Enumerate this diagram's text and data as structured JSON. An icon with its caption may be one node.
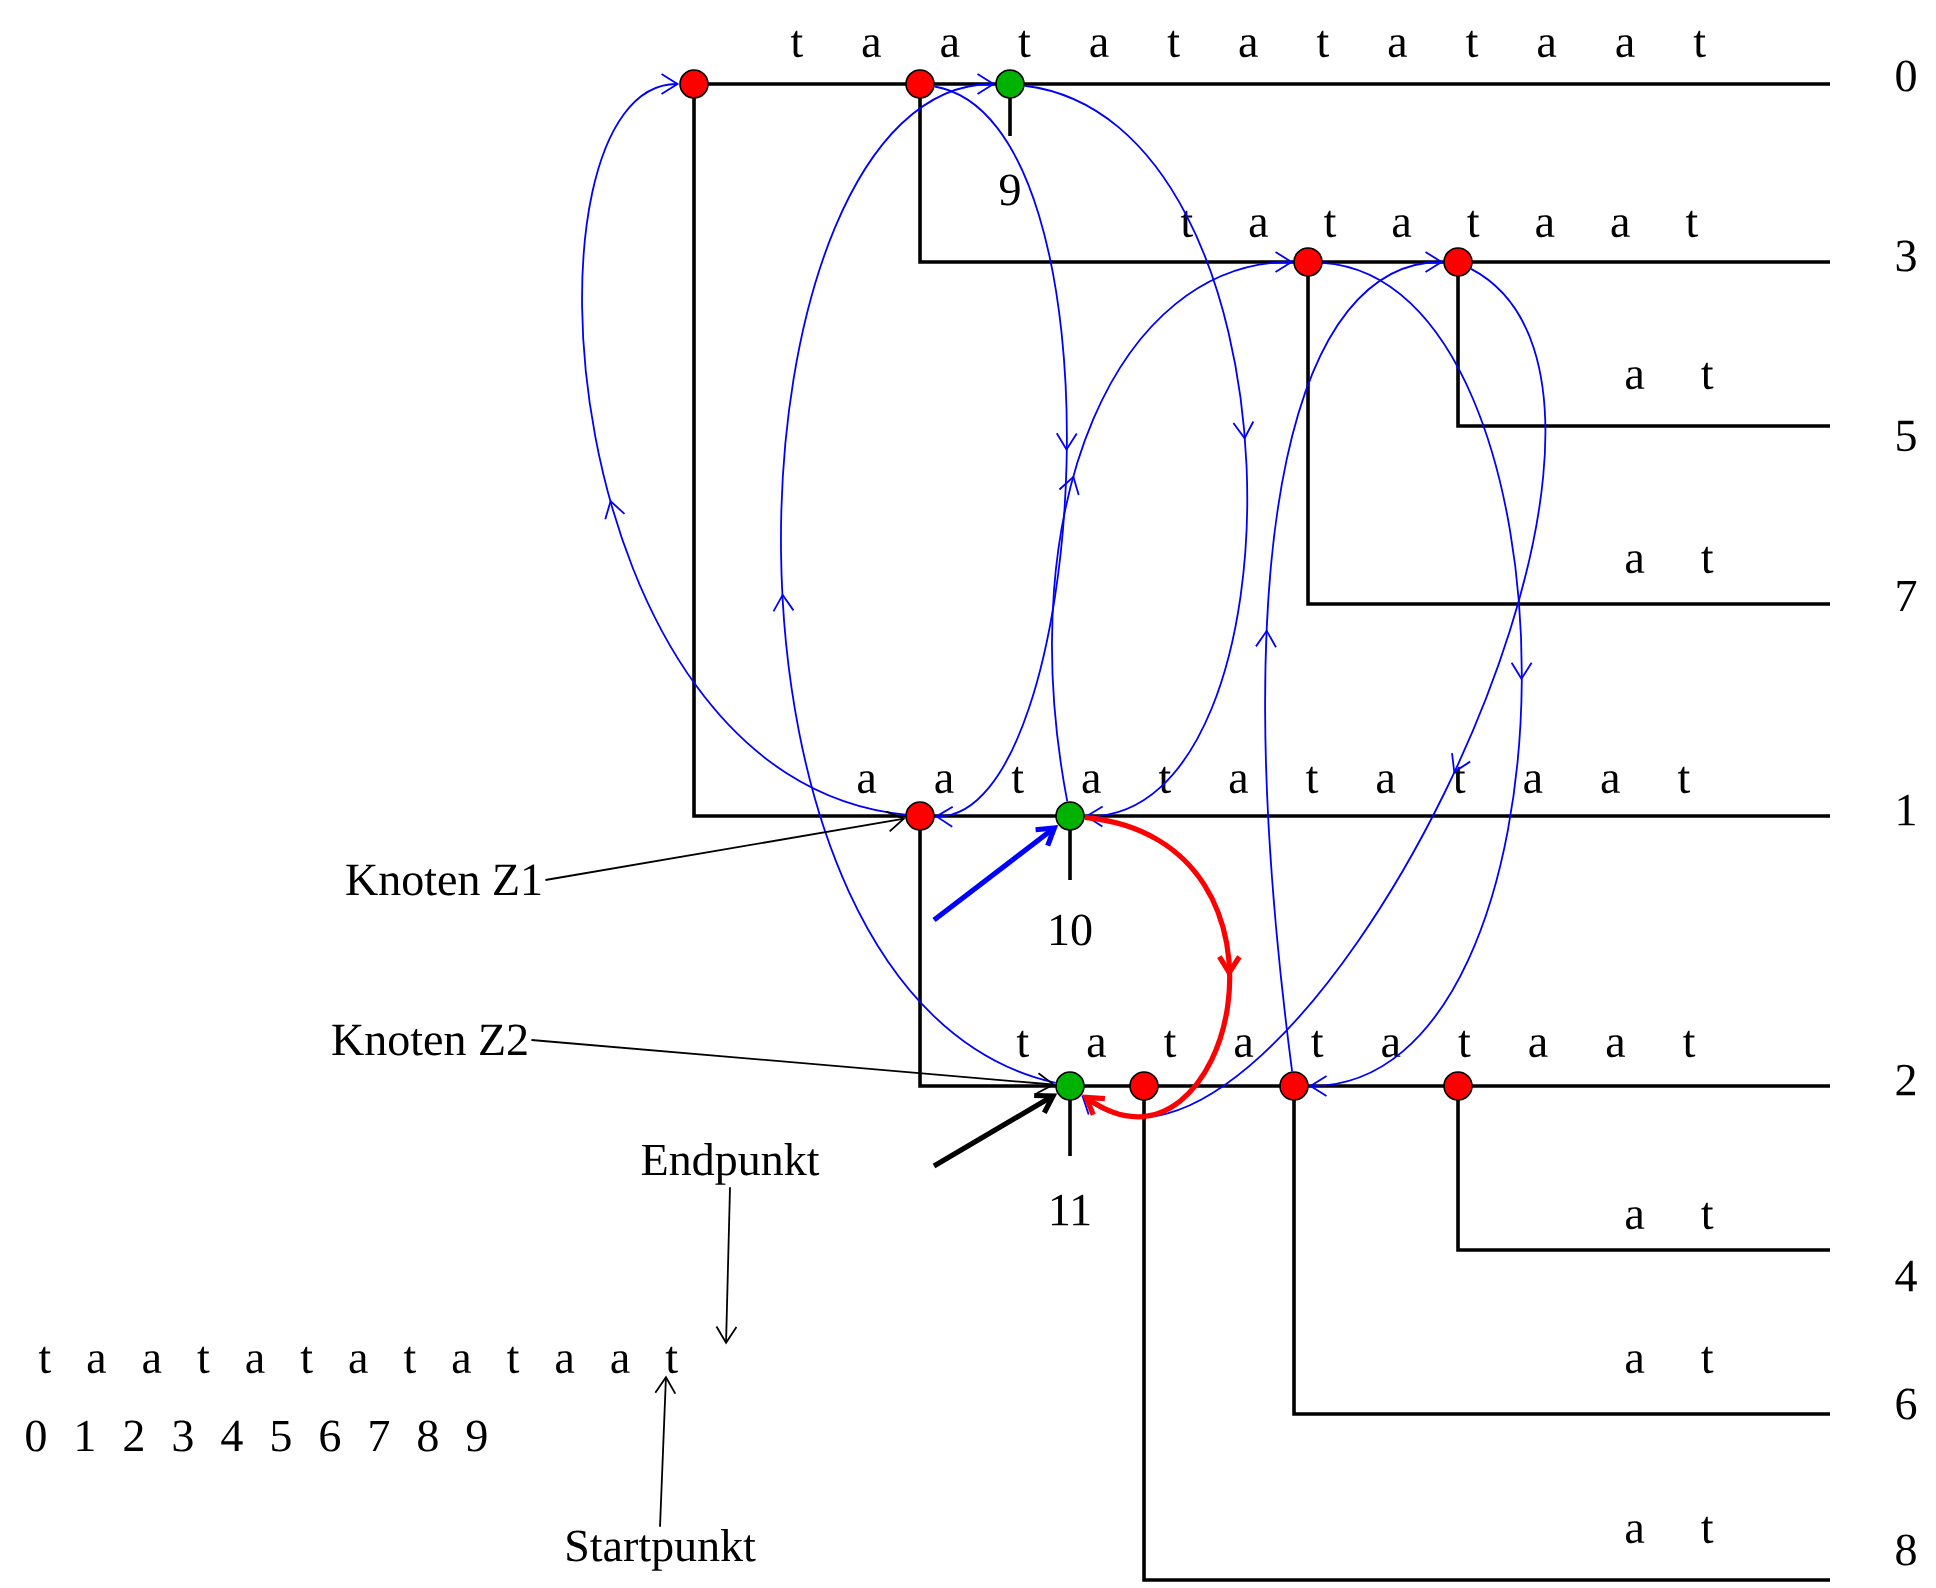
{
  "diagram": {
    "nodes": [
      {
        "text": [],
        "shape": "circle"
      },
      {
        "text": [],
        "shape": "circle"
      },
      {
        "text": [],
        "shape": "circle"
      },
      {
        "text": [],
        "shape": "circle"
      },
      {
        "text": [],
        "shape": "circle"
      },
      {
        "text": [
          "Knoten Z1"
        ]
      },
      {
        "text": [],
        "shape": "circle"
      },
      {
        "text": [],
        "shape": "circle"
      },
      {
        "text": [
          "Knoten Z2"
        ]
      },
      {
        "text": [],
        "shape": "circle"
      },
      {
        "text": [],
        "shape": "circle"
      },
      {
        "text": [],
        "shape": "circle"
      },
      {
        "text": [],
        "shape": "circle"
      },
      {
        "text": [
          "Endpunkt"
        ]
      },
      {
        "text": [
          "t a a t a t a t a t a a t"
        ]
      },
      {
        "text": [
          "Startpunkt"
        ]
      }
    ],
    "edges": [
      {
        "from": 6,
        "to": 0,
        "arrow": "to",
        "color": "#0000ff"
      },
      {
        "from": 9,
        "to": 2,
        "arrow": "to",
        "color": "#0000ff"
      },
      {
        "from": 1,
        "to": 6,
        "arrow": "to",
        "color": "#0000ff"
      },
      {
        "from": 2,
        "to": 7,
        "arrow": "to",
        "color": "#0000ff"
      },
      {
        "from": 7,
        "to": 3,
        "arrow": "to",
        "color": "#0000ff"
      },
      {
        "from": 11,
        "to": 4,
        "arrow": "to",
        "color": "#0000ff"
      },
      {
        "from": 3,
        "to": 11,
        "arrow": "to",
        "color": "#0000ff"
      },
      {
        "from": 4,
        "to": 9,
        "arrow": "to",
        "color": "#0000ff"
      },
      {
        "from": 7,
        "to": 9,
        "arrow": "to",
        "style": "thick",
        "color": "#ff0000"
      },
      {
        "from": 5,
        "to": 6,
        "arrow": "to",
        "color": "#000000"
      },
      {
        "from": 8,
        "to": 9,
        "arrow": "to",
        "color": "#000000"
      },
      {
        "from": 13,
        "to": 14,
        "arrow": "to",
        "color": "#000000"
      },
      {
        "from": 15,
        "to": 14,
        "arrow": "to",
        "color": "#000000"
      },
      {
        "from": null,
        "to": 7,
        "arrow": "to",
        "style": "thick",
        "color": "#0000ff"
      },
      {
        "from": null,
        "to": 9,
        "arrow": "to",
        "style": "thick",
        "color": "#000000"
      }
    ],
    "labels": [
      "t a a t a t a t a t a a t",
      "0",
      "9",
      "t a t a t a a t",
      "3",
      "a t",
      "5",
      "a t",
      "7",
      "a a t a t a t a t a a t",
      "1",
      "10",
      "t a t a t a t a a t",
      "2",
      "11",
      "a t",
      "4",
      "a t",
      "6",
      "0 1 2 3 4 5 6 7 8 9",
      "a t",
      "8"
    ]
  }
}
